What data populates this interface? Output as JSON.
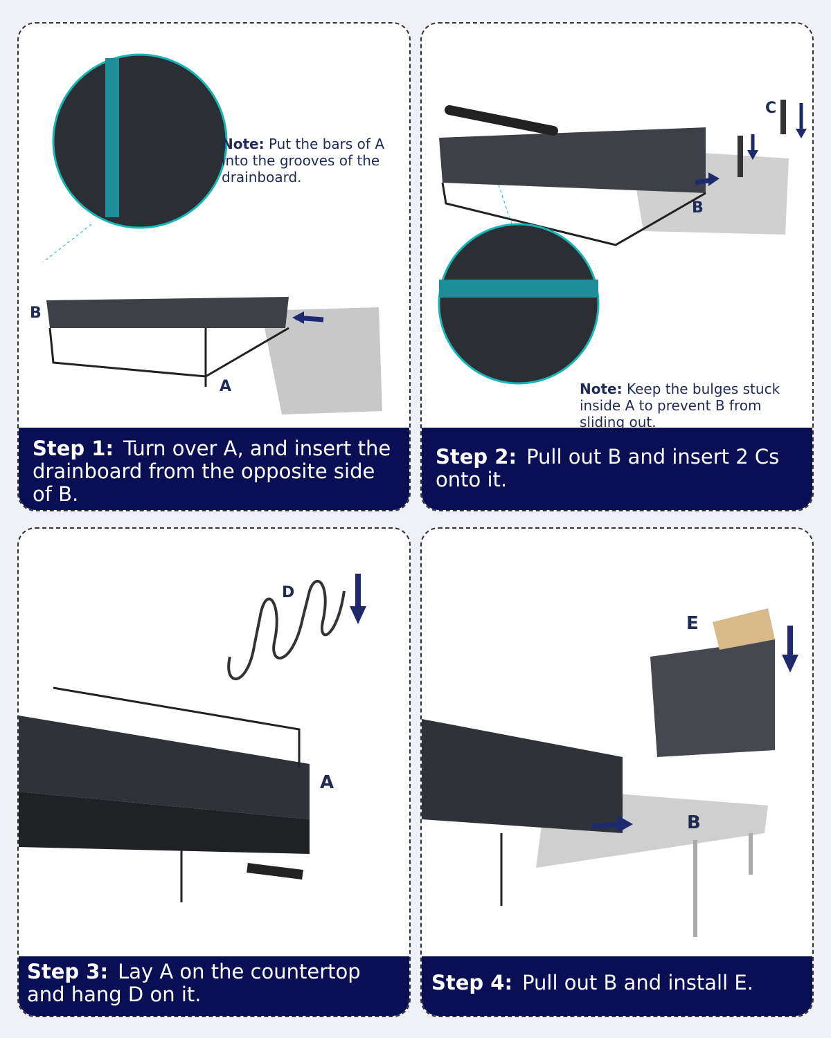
{
  "steps": [
    {
      "step": "Step 1:",
      "text": "Turn over A, and insert the drainboard from the opposite side of B.",
      "note_label": "Note:",
      "note_text": "Put the bars of A into the grooves of the drainboard.",
      "labels": [
        "B",
        "A"
      ]
    },
    {
      "step": "Step 2:",
      "text": "Pull out B and insert 2 Cs onto it.",
      "note_label": "Note:",
      "note_text": "Keep the bulges stuck inside A to prevent B from sliding out.",
      "labels": [
        "C",
        "B"
      ]
    },
    {
      "step": "Step 3:",
      "text": "Lay A on the countertop and hang D on it.",
      "labels": [
        "D",
        "A"
      ]
    },
    {
      "step": "Step 4:",
      "text": "Pull out B and install E.",
      "labels": [
        "E",
        "B"
      ]
    }
  ],
  "colors": {
    "navy": "#0a0f55",
    "teal": "#17b5b5",
    "arrow": "#1f2a6e"
  }
}
